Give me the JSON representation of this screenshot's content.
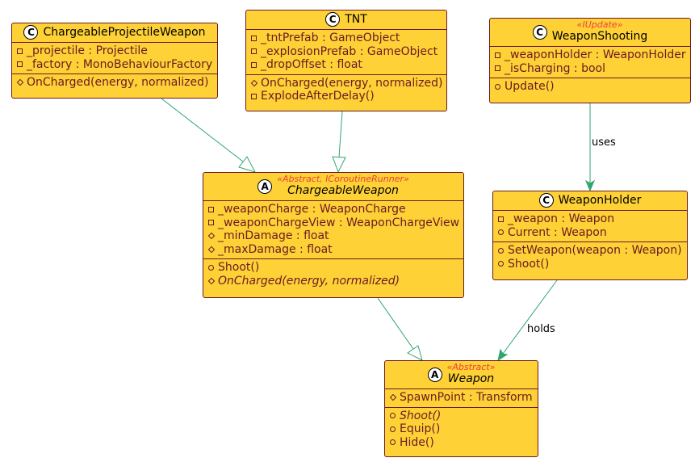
{
  "classes": {
    "cpw": {
      "badge": "C",
      "stereotype": "",
      "name": "ChargeableProjectileWeapon",
      "fields": [
        {
          "vis": "private",
          "text": "_projectile : Projectile"
        },
        {
          "vis": "private",
          "text": "_factory : MonoBehaviourFactory"
        }
      ],
      "methods": [
        {
          "vis": "protected",
          "text": "OnCharged(energy, normalized)"
        }
      ]
    },
    "tnt": {
      "badge": "C",
      "stereotype": "",
      "name": "TNT",
      "fields": [
        {
          "vis": "private",
          "text": "_tntPrefab : GameObject"
        },
        {
          "vis": "private",
          "text": "_explosionPrefab : GameObject"
        },
        {
          "vis": "private",
          "text": "_dropOffset : float"
        }
      ],
      "methods": [
        {
          "vis": "protected",
          "text": "OnCharged(energy, normalized)"
        },
        {
          "vis": "private",
          "text": "ExplodeAfterDelay()"
        }
      ]
    },
    "ws": {
      "badge": "C",
      "stereotype": "«IUpdate»",
      "name": "WeaponShooting",
      "fields": [
        {
          "vis": "private",
          "text": "_weaponHolder : WeaponHolder"
        },
        {
          "vis": "private",
          "text": "_isCharging : bool"
        }
      ],
      "methods": [
        {
          "vis": "public",
          "text": "Update()"
        }
      ]
    },
    "cw": {
      "badge": "A",
      "stereotype": "«Abstract, ICoroutineRunner»",
      "name": "ChargeableWeapon",
      "abstract": true,
      "fields": [
        {
          "vis": "private",
          "text": "_weaponCharge : WeaponCharge"
        },
        {
          "vis": "private",
          "text": "_weaponChargeView : WeaponChargeView"
        },
        {
          "vis": "protected",
          "text": "_minDamage : float"
        },
        {
          "vis": "protected",
          "text": "_maxDamage : float"
        }
      ],
      "methods": [
        {
          "vis": "public",
          "text": "Shoot()"
        },
        {
          "vis": "protected",
          "text": "OnCharged(energy, normalized)",
          "abstract": true
        }
      ]
    },
    "wh": {
      "badge": "C",
      "stereotype": "",
      "name": "WeaponHolder",
      "fields": [
        {
          "vis": "private",
          "text": "_weapon : Weapon"
        },
        {
          "vis": "public",
          "text": "Current : Weapon"
        }
      ],
      "methods": [
        {
          "vis": "public",
          "text": "SetWeapon(weapon : Weapon)"
        },
        {
          "vis": "public",
          "text": "Shoot()"
        }
      ]
    },
    "w": {
      "badge": "A",
      "stereotype": "«Abstract»",
      "name": "Weapon",
      "abstract": true,
      "fields": [
        {
          "vis": "protected",
          "text": "SpawnPoint : Transform"
        }
      ],
      "methods": [
        {
          "vis": "public",
          "text": "Shoot()",
          "abstract": true
        },
        {
          "vis": "public",
          "text": "Equip()"
        },
        {
          "vis": "public",
          "text": "Hide()"
        }
      ]
    }
  },
  "edges": [
    {
      "from": "cpw",
      "to": "cw",
      "kind": "inheritance",
      "label": ""
    },
    {
      "from": "tnt",
      "to": "cw",
      "kind": "inheritance",
      "label": ""
    },
    {
      "from": "cw",
      "to": "w",
      "kind": "inheritance",
      "label": ""
    },
    {
      "from": "ws",
      "to": "wh",
      "kind": "association",
      "label": "uses"
    },
    {
      "from": "wh",
      "to": "w",
      "kind": "association",
      "label": "holds"
    }
  ],
  "colors": {
    "fill": "#FED136",
    "border": "#6b1a23",
    "edge": "#2fa56f",
    "stereotype": "#e8413c"
  }
}
